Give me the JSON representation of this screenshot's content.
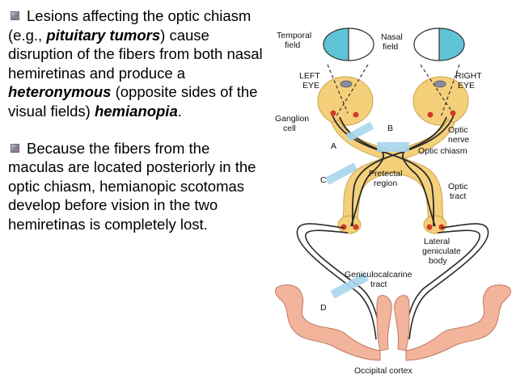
{
  "paragraphs": [
    {
      "pre": "Lesions affecting the optic chiasm (e.g., ",
      "emph1": "pituitary tumors",
      "mid1": ") cause disruption of the fibers from both nasal hemiretinas and produce a ",
      "emph2": "heteronymous",
      "mid2": " (opposite sides of the visual fields) ",
      "emph3": "hemianopia",
      "post": "."
    },
    {
      "text": "Because the fibers from the maculas are located posteriorly in the optic chiasm, hemianopic scotomas develop before vision in the two hemiretinas is completely lost."
    }
  ],
  "diagram": {
    "labels": {
      "temporal_field_1": "Temporal",
      "temporal_field_2": "field",
      "nasal_field_1": "Nasal",
      "nasal_field_2": "field",
      "left_eye_1": "LEFT",
      "left_eye_2": "EYE",
      "right_eye_1": "RIGHT",
      "right_eye_2": "EYE",
      "ganglion_1": "Ganglion",
      "ganglion_2": "cell",
      "optic_nerve_1": "Optic",
      "optic_nerve_2": "nerve",
      "optic_chiasm": "Optic chiasm",
      "pretectal_1": "Pretectal",
      "pretectal_2": "region",
      "optic_tract_1": "Optic",
      "optic_tract_2": "tract",
      "lgb_1": "Lateral",
      "lgb_2": "geniculate",
      "lgb_3": "body",
      "genic_1": "Geniculocalcarine",
      "genic_2": "tract",
      "occipital": "Occipital cortex",
      "lesion_a": "A",
      "lesion_b": "B",
      "lesion_c": "C",
      "lesion_d": "D"
    },
    "colors": {
      "field_blue": "#5fc3d6",
      "pathway_yellow": "#f5d07a",
      "cortex_pink": "#f2b49a",
      "lesion_blue": "#a8d8ee",
      "fiber_dark": "#2a2a2a",
      "cell_red": "#d23a2a"
    }
  }
}
